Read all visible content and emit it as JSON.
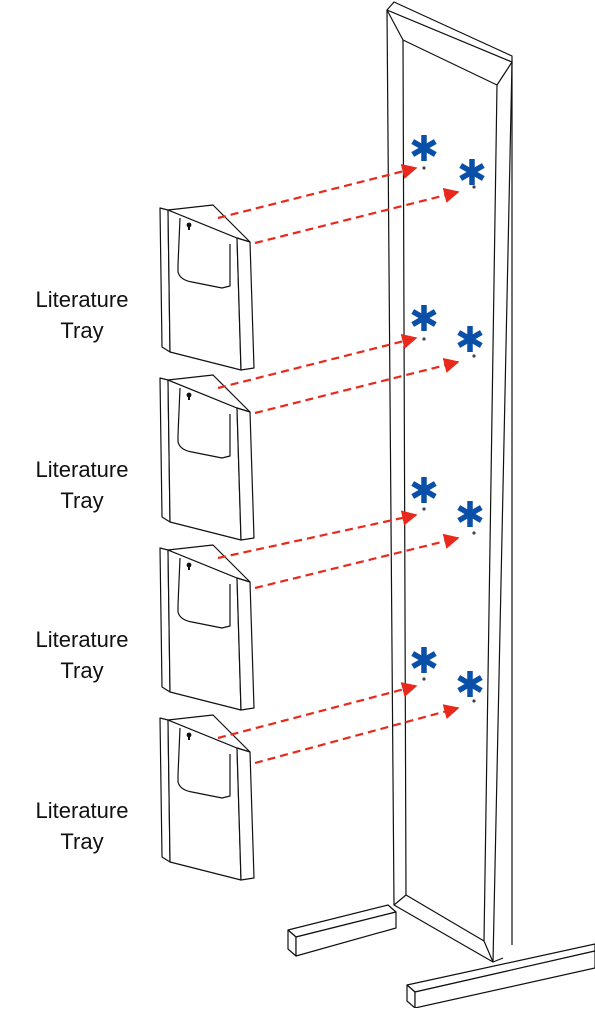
{
  "trays": [
    {
      "line1": "Literature",
      "line2": "Tray"
    },
    {
      "line1": "Literature",
      "line2": "Tray"
    },
    {
      "line1": "Literature",
      "line2": "Tray"
    },
    {
      "line1": "Literature",
      "line2": "Tray"
    }
  ],
  "colors": {
    "line": "#111111",
    "arrow": "#e8291c",
    "marker": "#0a4fa8"
  },
  "icons": {
    "mounting_point": "asterisk-icon",
    "keyhole": "keyhole-icon"
  }
}
